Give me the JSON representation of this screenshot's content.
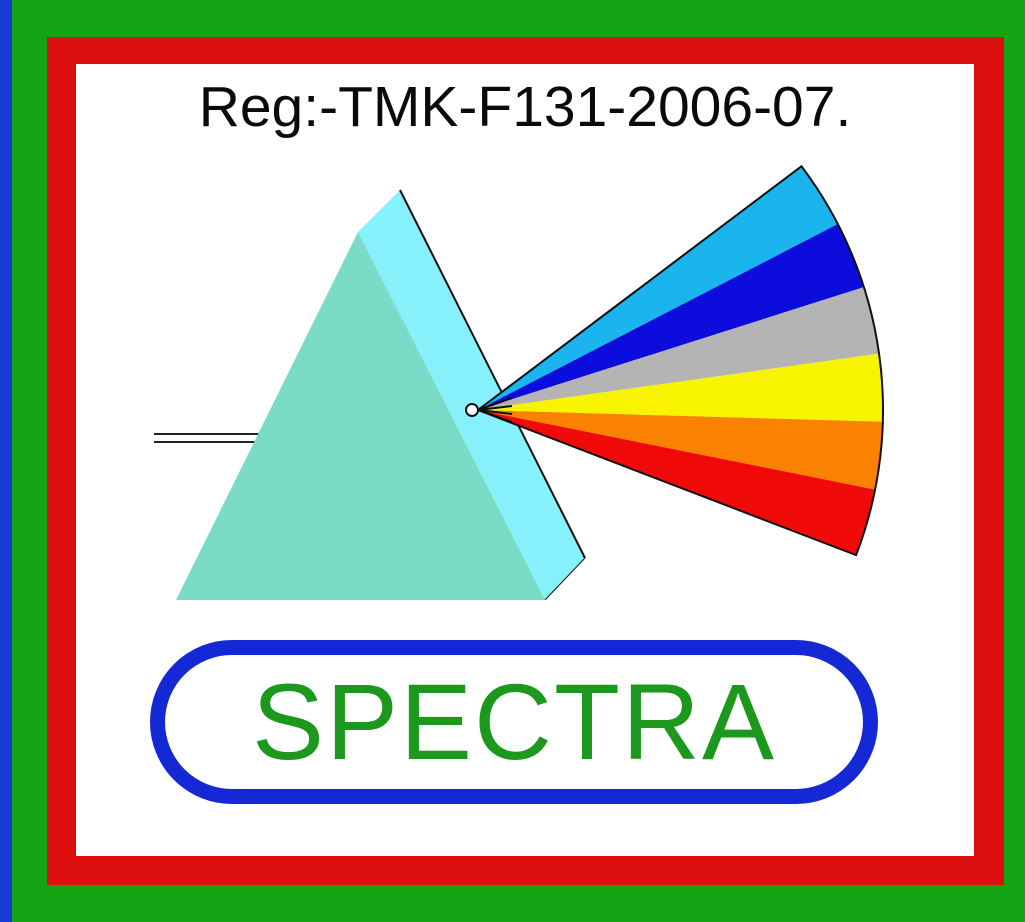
{
  "logo": {
    "registration": "Reg:-TMK-F131-2006-07.",
    "name": "SPECTRA"
  },
  "colors": {
    "outer_frame": "#13a313",
    "left_edge": "#1a3ad6",
    "inner_frame": "#dd0e0e",
    "background": "#ffffff",
    "prism_face": "#7adcc6",
    "prism_side": "#86f0fb",
    "pill_border": "#1428d6",
    "name_text": "#1c981c"
  },
  "spectrum_bands": [
    {
      "name": "sky-blue",
      "color": "#1ab4ee"
    },
    {
      "name": "blue",
      "color": "#0c0cdc"
    },
    {
      "name": "grey",
      "color": "#b4b4b4"
    },
    {
      "name": "yellow",
      "color": "#f8f400"
    },
    {
      "name": "orange",
      "color": "#fa8200"
    },
    {
      "name": "red",
      "color": "#f00a0a"
    }
  ]
}
